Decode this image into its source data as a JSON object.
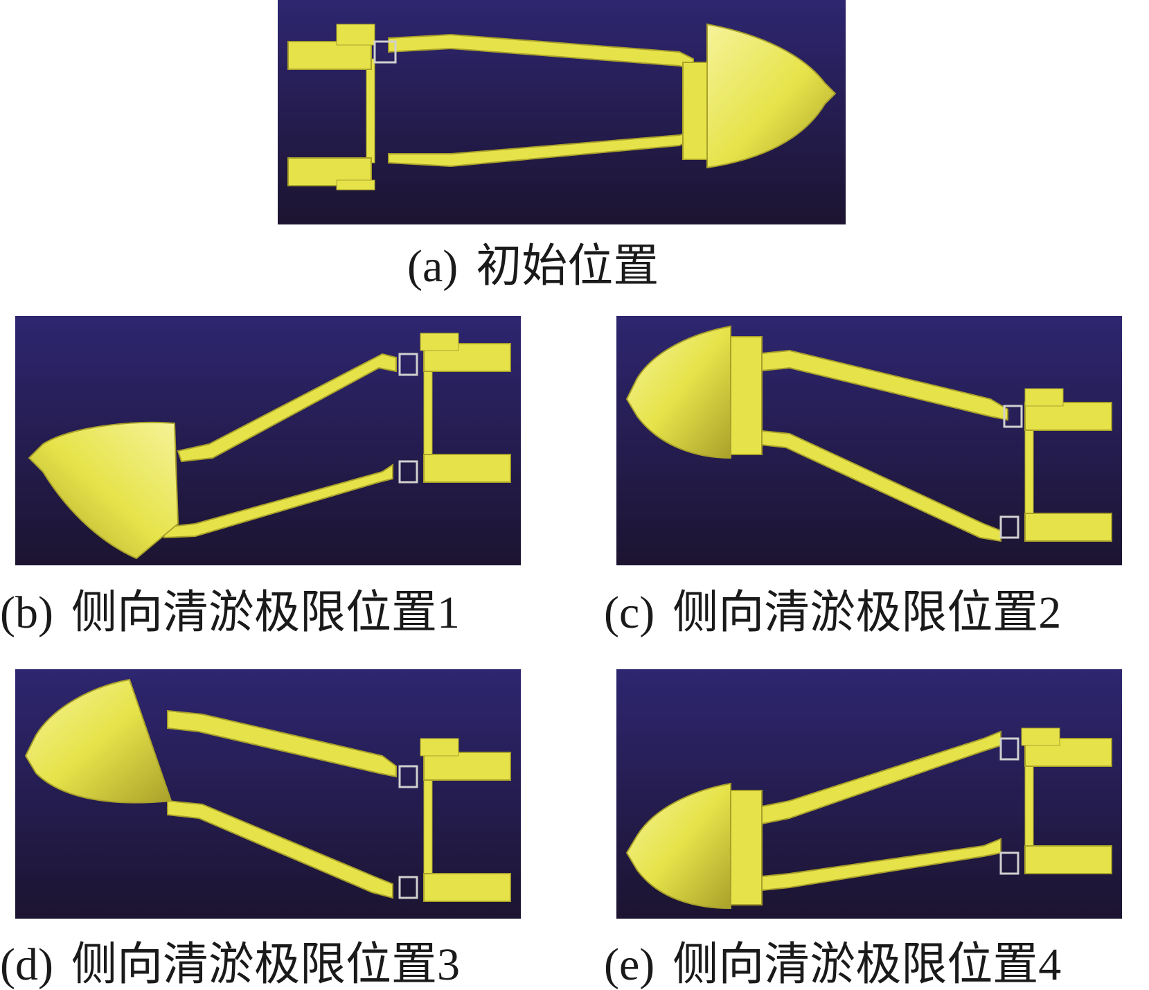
{
  "figure": {
    "panels": [
      {
        "id": "a",
        "label": "(a)",
        "caption": "初始位置",
        "orientation": "right",
        "variant": "initial"
      },
      {
        "id": "b",
        "label": "(b)",
        "caption": "侧向清淤极限位置1",
        "orientation": "left",
        "variant": "down"
      },
      {
        "id": "c",
        "label": "(c)",
        "caption": "侧向清淤极限位置2",
        "orientation": "left",
        "variant": "up"
      },
      {
        "id": "d",
        "label": "(d)",
        "caption": "侧向清淤极限位置3",
        "orientation": "left",
        "variant": "up2"
      },
      {
        "id": "e",
        "label": "(e)",
        "caption": "侧向清淤极限位置4",
        "orientation": "left",
        "variant": "down2"
      }
    ],
    "colors": {
      "bg_top": "#2e2670",
      "bg_bottom": "#1c1430",
      "model": "#e6e34a",
      "model_shadow": "#a9a12a",
      "model_highlight": "#f6f39a"
    }
  }
}
